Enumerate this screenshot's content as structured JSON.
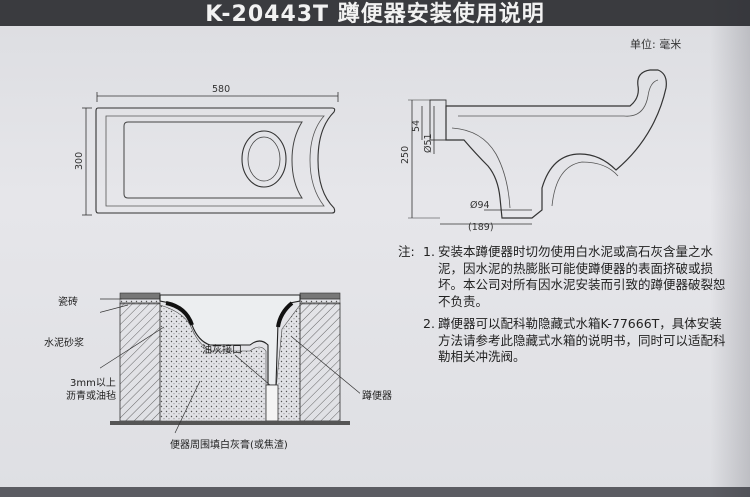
{
  "document": {
    "title": "K-20443T 蹲便器安装使用说明",
    "unit_label": "单位: 毫米"
  },
  "top_view": {
    "width_dim": "580",
    "height_dim": "300"
  },
  "side_view": {
    "dim_250": "250",
    "dim_54": "54",
    "dim_51": "Ø51",
    "dim_94": "Ø94",
    "dim_189": "(189)"
  },
  "section_view": {
    "label_tile": "瓷砖",
    "label_mortar": "水泥砂浆",
    "label_asphalt_line1": "3mm以上",
    "label_asphalt_line2": "沥青或油毡",
    "label_grease_joint": "油灰接口",
    "label_squat_pan": "蹲便器",
    "label_fill": "便器周围填白灰膏(或焦渣)"
  },
  "notes": {
    "lead": "注:",
    "items": [
      {
        "number": "1.",
        "text": "安装本蹲便器时切勿使用白水泥或高石灰含量之水泥，因水泥的热膨胀可能使蹲便器的表面挤破或损坏。本公司对所有因水泥安装而引致的蹲便器破裂恕不负责。"
      },
      {
        "number": "2.",
        "text": "蹲便器可以配科勒隐藏式水箱K-77666T，具体安装方法请参考此隐藏式水箱的说明书，同时可以适配科勒相关冲洗阀。"
      }
    ]
  }
}
